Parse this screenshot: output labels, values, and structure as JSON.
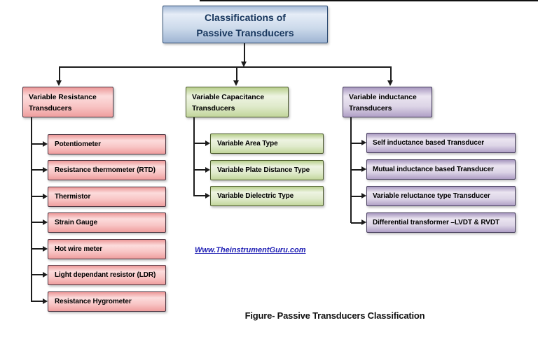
{
  "title": {
    "line1": "Classifications of",
    "line2": "Passive Transducers"
  },
  "branches": [
    {
      "header_line1": "Variable Resistance",
      "header_line2": "Transducers",
      "fill": "#f8c4c4",
      "border": "#4a3440",
      "items": [
        "Potentiometer",
        "Resistance thermometer (RTD)",
        "Thermistor",
        "Strain Gauge",
        "Hot wire meter",
        "Light dependant resistor (LDR)",
        "Resistance Hygrometer"
      ]
    },
    {
      "header_line1": "Variable Capacitance",
      "header_line2": "Transducers",
      "fill": "#dfeacb",
      "border": "#4b5a2d",
      "items": [
        "Variable Area Type",
        "Variable Plate Distance Type",
        "Variable Dielectric Type"
      ]
    },
    {
      "header_line1": "Variable inductance",
      "header_line2": "Transducers",
      "fill": "#dcd4e6",
      "border": "#433a5a",
      "items": [
        "Self inductance based Transducer",
        "Mutual inductance based Transducer",
        "Variable reluctance type Transducer",
        "Differential transformer –LVDT & RVDT"
      ]
    }
  ],
  "watermark": {
    "text": "Www.TheinstrumentGuru.com",
    "color": "#1f1fb4"
  },
  "caption": "Figure- Passive Transducers Classification",
  "colors": {
    "title_text": "#17365d",
    "title_border": "#2f4d73",
    "connector": "#1c1c1c",
    "node_text": "#000000"
  }
}
